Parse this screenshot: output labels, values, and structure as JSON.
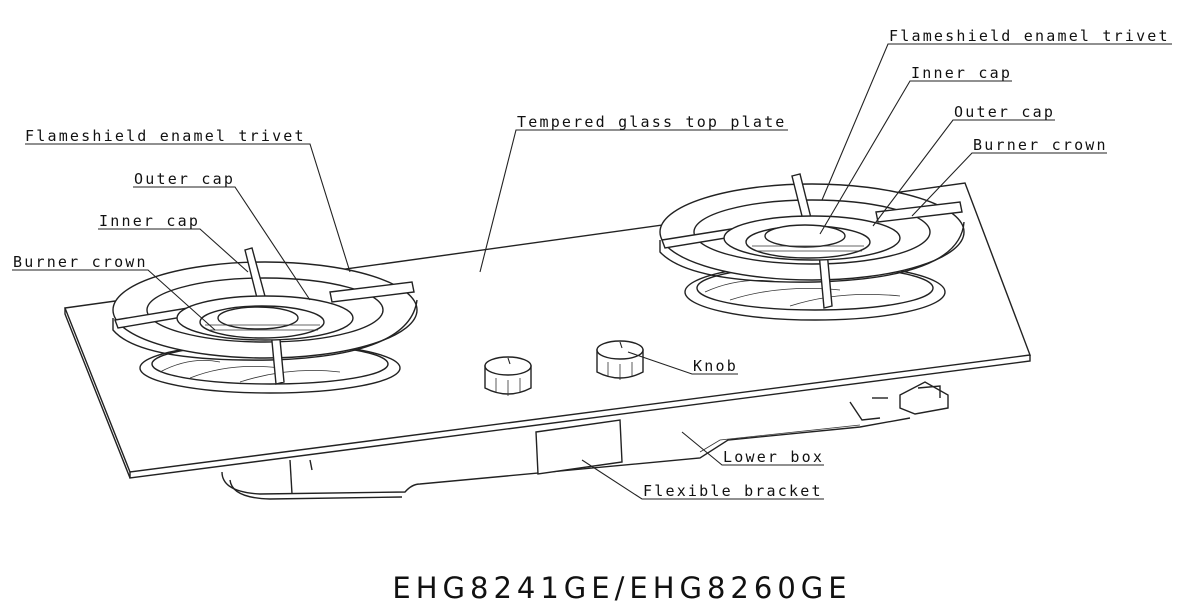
{
  "labels": {
    "flameshield_left": "Flameshield enamel trivet",
    "outer_cap_left": "Outer cap",
    "inner_cap_left": "Inner cap",
    "burner_crown_left": "Burner crown",
    "tempered_glass": "Tempered glass top plate",
    "flameshield_right": "Flameshield enamel trivet",
    "inner_cap_right": "Inner cap",
    "outer_cap_right": "Outer cap",
    "burner_crown_right": "Burner crown",
    "knob": "Knob",
    "lower_box": "Lower box",
    "flexible_bracket": "Flexible bracket"
  },
  "title": "EHG8241GE/EHG8260GE"
}
